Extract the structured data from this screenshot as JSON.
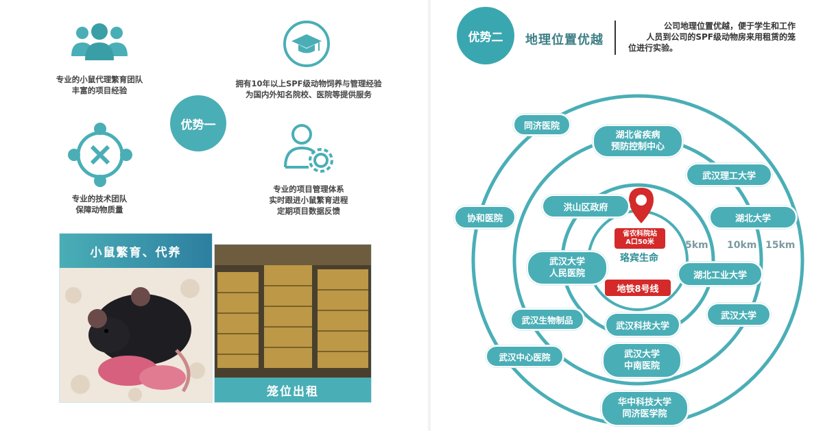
{
  "left": {
    "captions": {
      "team": [
        "专业的小鼠代理繁育团队",
        "丰富的项目经验"
      ],
      "experience": [
        "拥有10年以上SPF级动物饲养与管理经验",
        "为国内外知名院校、医院等提供服务"
      ],
      "tech": [
        "专业的技术团队",
        "保障动物质量"
      ],
      "management": [
        "专业的项目管理体系",
        "实时跟进小鼠繁育进程",
        "定期项目数据反馈"
      ]
    },
    "badge": "优势一",
    "photos": {
      "mouse_title": "小鼠繁育、代养",
      "cage_title": "笼位出租"
    }
  },
  "right": {
    "badge": "优势二",
    "heading": "地理位置优越",
    "description": [
      "公司地理位置优越，便于学生和工作",
      "人员到公司的SPF级动物房来用租赁的笼",
      "位进行实验。"
    ],
    "center": {
      "station": [
        "省农科院站",
        "A口50米"
      ],
      "company": "珞宾生命",
      "metro": "地铁8号线"
    },
    "rings": [
      "5km",
      "10km",
      "15km"
    ],
    "places": [
      {
        "key": "tongji",
        "lines": [
          "同济医院"
        ]
      },
      {
        "key": "cdc",
        "lines": [
          "湖北省疾病",
          "预防控制中心"
        ]
      },
      {
        "key": "wut",
        "lines": [
          "武汉理工大学"
        ]
      },
      {
        "key": "hongshan",
        "lines": [
          "洪山区政府"
        ]
      },
      {
        "key": "hubu",
        "lines": [
          "湖北大学"
        ]
      },
      {
        "key": "xiehe",
        "lines": [
          "协和医院"
        ]
      },
      {
        "key": "renmin",
        "lines": [
          "武汉大学",
          "人民医院"
        ]
      },
      {
        "key": "hbut",
        "lines": [
          "湖北工业大学"
        ]
      },
      {
        "key": "whu",
        "lines": [
          "武汉大学"
        ]
      },
      {
        "key": "bio",
        "lines": [
          "武汉生物制品"
        ]
      },
      {
        "key": "wust",
        "lines": [
          "武汉科技大学"
        ]
      },
      {
        "key": "central",
        "lines": [
          "武汉中心医院"
        ]
      },
      {
        "key": "zhongnan",
        "lines": [
          "武汉大学",
          "中南医院"
        ]
      },
      {
        "key": "hust",
        "lines": [
          "华中科技大学",
          "同济医学院"
        ]
      }
    ]
  },
  "colors": {
    "teal": "#4aaeb6",
    "red": "#d42a2a",
    "dark_teal": "#2f8d96"
  }
}
